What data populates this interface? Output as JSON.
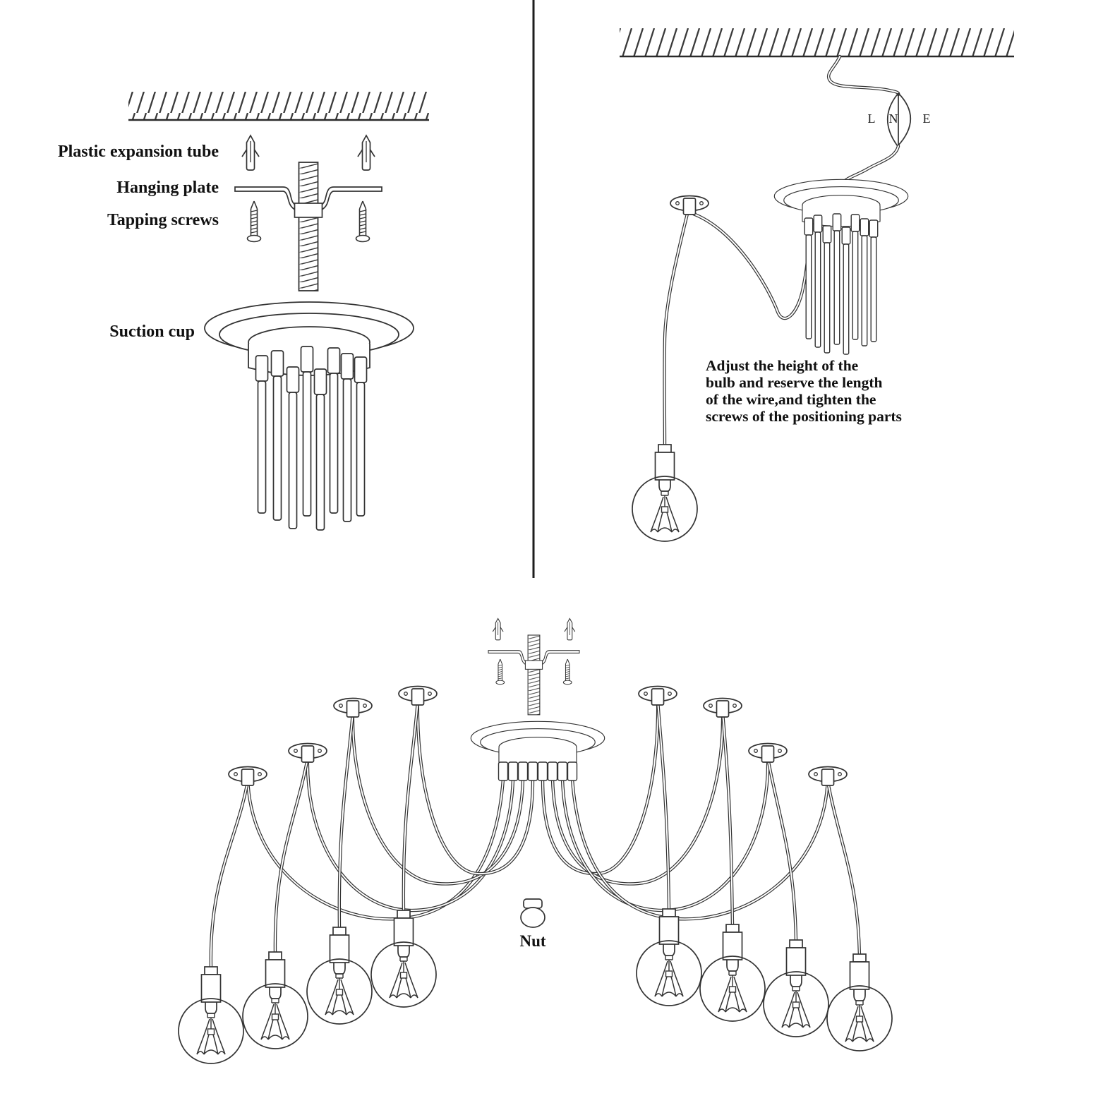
{
  "colors": {
    "background": "#ffffff",
    "line": "#333333",
    "text": "#111111"
  },
  "panels": {
    "top_left": {
      "labels": {
        "plastic_expansion_tube": "Plastic expansion tube",
        "hanging_plate": "Hanging plate",
        "tapping_screws": "Tapping screws",
        "suction_cup": "Suction cup"
      }
    },
    "top_right": {
      "wire_labels": {
        "l": "L",
        "n": "N",
        "e": "E"
      },
      "instruction_lines": [
        "Adjust the height of the",
        "bulb and reserve the length",
        "of the wire,and tighten the",
        "screws of the positioning parts"
      ]
    },
    "bottom": {
      "labels": {
        "nut": "Nut"
      }
    }
  }
}
